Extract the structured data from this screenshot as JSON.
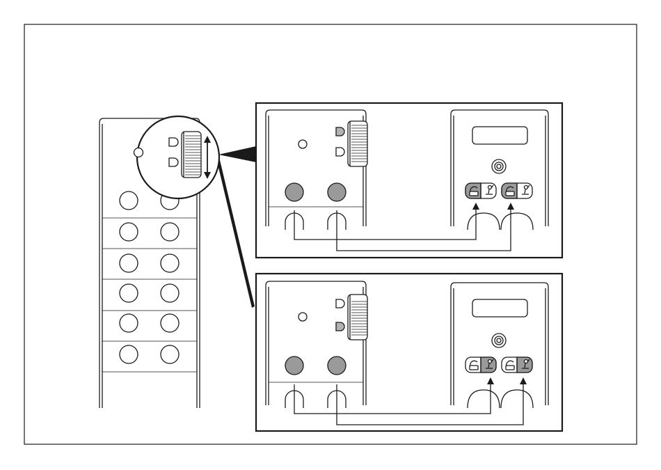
{
  "figure": {
    "remote_rows": 6,
    "detail_panels": [
      "upper",
      "lower"
    ],
    "icons": {
      "switch_position": "slider-switch-icon",
      "upper_indicator": "half-circle-indicator-icon",
      "lower_indicator": "half-circle-indicator-icon",
      "receiver_button_left": "lock-unlock-icon",
      "receiver_button_right": "person-icon"
    },
    "colors": {
      "line": "#1a1a1a",
      "active_fill": "#9a9a9a",
      "background": "#ffffff"
    }
  }
}
